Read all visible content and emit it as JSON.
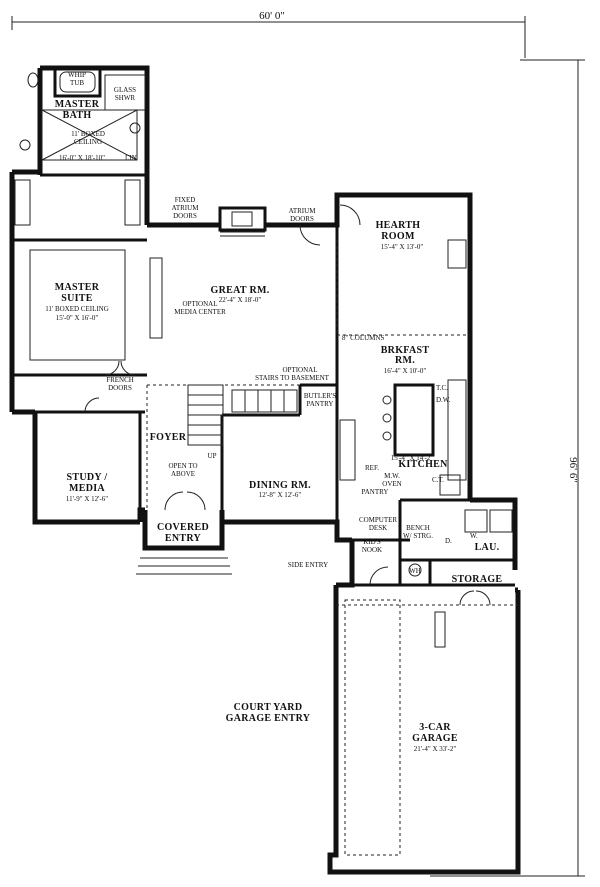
{
  "dimensions": {
    "overall_width": "60' 0\"",
    "overall_depth": "96' 6\""
  },
  "rooms": {
    "whip_tub": [
      "WHIP",
      "TUB"
    ],
    "glass_shower": [
      "GLASS",
      "SHWR"
    ],
    "master_bath": [
      "MASTER",
      "BATH"
    ],
    "boxed_ceiling_bath": [
      "11' BOXED",
      "CEILING"
    ],
    "master_bath_size": "16'-0\" X 18'-10\"",
    "lin": "LIN",
    "master_suite": [
      "MASTER",
      "SUITE"
    ],
    "master_suite_ceiling": "11' BOXED CEILING",
    "master_suite_size": "15'-0\" X 16'-0\"",
    "french_doors": [
      "FRENCH",
      "DOORS"
    ],
    "study": [
      "STUDY /",
      "MEDIA"
    ],
    "study_size": "11'-9\" X 12'-6\"",
    "great_room": "GREAT RM.",
    "great_room_size": "22'-4\" X 18'-0\"",
    "optional_media": [
      "OPTIONAL",
      "MEDIA CENTER"
    ],
    "fixed_atrium": [
      "FIXED",
      "ATRIUM",
      "DOORS"
    ],
    "atrium_doors": [
      "ATRIUM",
      "DOORS"
    ],
    "hearth_room": [
      "HEARTH",
      "ROOM"
    ],
    "hearth_room_size": "15'-4\" X 13'-0\"",
    "columns": "8\" COLUMNS",
    "breakfast": [
      "BRKFAST",
      "RM."
    ],
    "breakfast_size": "16'-4\" X 10'-0\"",
    "optional_stairs": [
      "OPTIONAL",
      "STAIRS TO BASEMENT"
    ],
    "butlers_pantry": [
      "BUTLER'S",
      "PANTRY"
    ],
    "foyer": "FOYER",
    "up": "UP",
    "open_above": [
      "OPEN TO",
      "ABOVE"
    ],
    "dining": "DINING RM.",
    "dining_size": "12'-8\" X 12'-6\"",
    "covered_entry": [
      "COVERED",
      "ENTRY"
    ],
    "tc": "T.C.",
    "dw": "D.W.",
    "ref": "REF.",
    "kitchen": "KITCHEN",
    "kitchen_size": "15'-4\" X 14'-2\"",
    "mw_oven": [
      "M.W.",
      "OVEN"
    ],
    "ct": "C.T.",
    "pantry": "PANTRY",
    "computer_desk": [
      "COMPUTER",
      "DESK"
    ],
    "bench": [
      "BENCH",
      "W/ STRG."
    ],
    "dryer": "D.",
    "washer": "W.",
    "laundry": "LAU.",
    "kids_nook": [
      "KID'S",
      "NOOK"
    ],
    "side_entry": "SIDE ENTRY",
    "storage": "STORAGE",
    "wh": "WH",
    "court_yard": [
      "COURT YARD",
      "GARAGE ENTRY"
    ],
    "garage": [
      "3-CAR",
      "GARAGE"
    ],
    "garage_size": "21'-4\" X 33'-2\""
  }
}
